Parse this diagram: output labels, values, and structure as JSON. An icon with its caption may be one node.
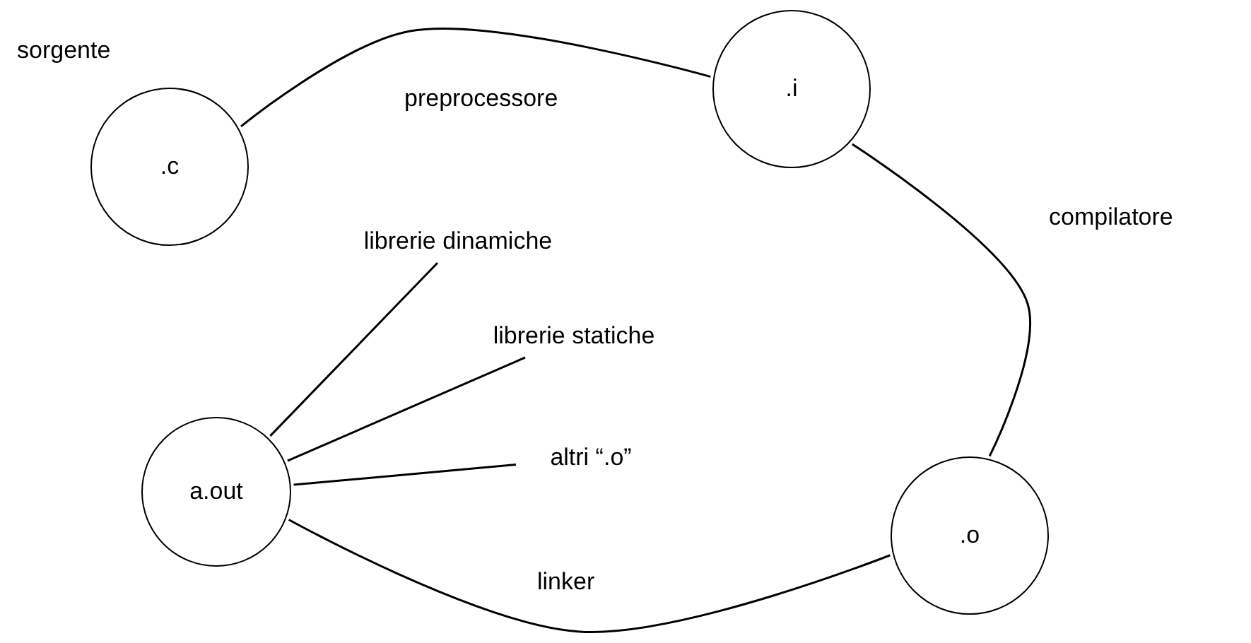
{
  "diagram": {
    "nodes": [
      {
        "text": [
          ".c"
        ],
        "beside": [
          "sorgente"
        ]
      },
      {
        "text": [
          ".i"
        ]
      },
      {
        "text": [
          "librerie dinamiche"
        ]
      },
      {
        "text": [
          "librerie statiche"
        ]
      },
      {
        "text": [
          "a.out"
        ]
      },
      {
        "text": [
          "altri “.o”"
        ]
      },
      {
        "text": [
          ".o"
        ]
      }
    ],
    "edges": [
      {
        "from": 0,
        "to": 1,
        "arrow": "none",
        "label": "preprocessore"
      },
      {
        "from": 1,
        "to": 6,
        "arrow": "none",
        "label": "compilatore"
      },
      {
        "from": 6,
        "to": 4,
        "arrow": "none",
        "label": "linker"
      },
      {
        "from": 4,
        "to": 2,
        "arrow": "none"
      },
      {
        "from": 4,
        "to": 3,
        "arrow": "none"
      },
      {
        "from": 4,
        "to": 5,
        "arrow": "none"
      }
    ]
  }
}
